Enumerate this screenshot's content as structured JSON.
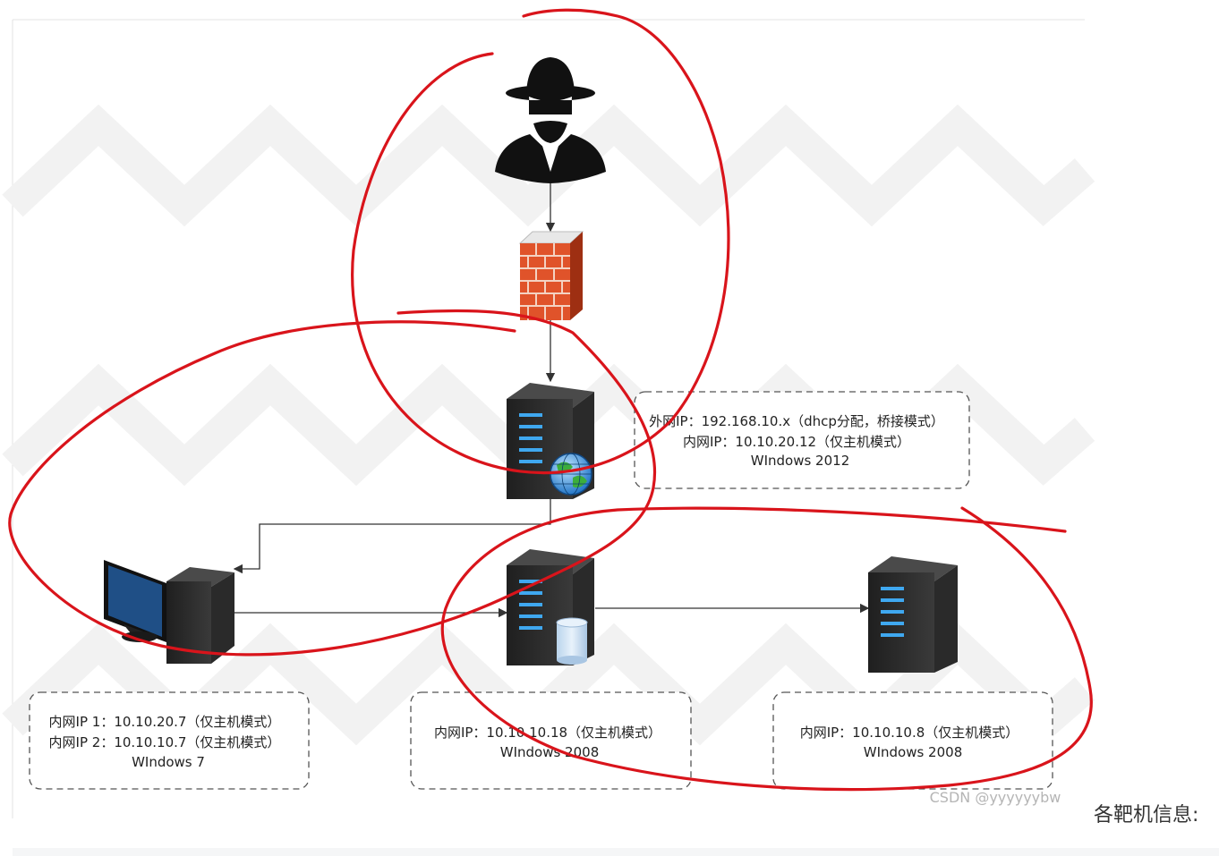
{
  "diagram": {
    "nodes": {
      "attacker": {
        "icon": "hacker-icon"
      },
      "firewall": {
        "icon": "firewall-icon"
      },
      "web_server": {
        "icon": "web-server-icon",
        "lines": [
          "外网IP：192.168.10.x（dhcp分配，桥接模式）",
          "内网IP：10.10.20.12（仅主机模式）",
          "WIndows 2012"
        ]
      },
      "win7_pc": {
        "icon": "desktop-pc-icon",
        "lines": [
          "内网IP 1：10.10.20.7（仅主机模式）",
          "内网IP 2：10.10.10.7（仅主机模式）",
          "WIndows 7"
        ]
      },
      "db_server": {
        "icon": "database-server-icon",
        "lines": [
          "内网IP：10.10.10.18（仅主机模式）",
          "WIndows 2008"
        ]
      },
      "dc_server": {
        "icon": "server-icon",
        "lines": [
          "内网IP：10.10.10.8（仅主机模式）",
          "WIndows 2008"
        ]
      }
    },
    "edges": [
      {
        "from": "attacker",
        "to": "firewall"
      },
      {
        "from": "firewall",
        "to": "web_server"
      },
      {
        "from": "web_server",
        "to": "win7_pc"
      },
      {
        "from": "win7_pc",
        "to": "db_server"
      },
      {
        "from": "db_server",
        "to": "dc_server"
      }
    ],
    "annotation_color": "#d9141b",
    "watermark": "CSDN @yyyyyybw"
  },
  "caption": "各靶机信息:"
}
